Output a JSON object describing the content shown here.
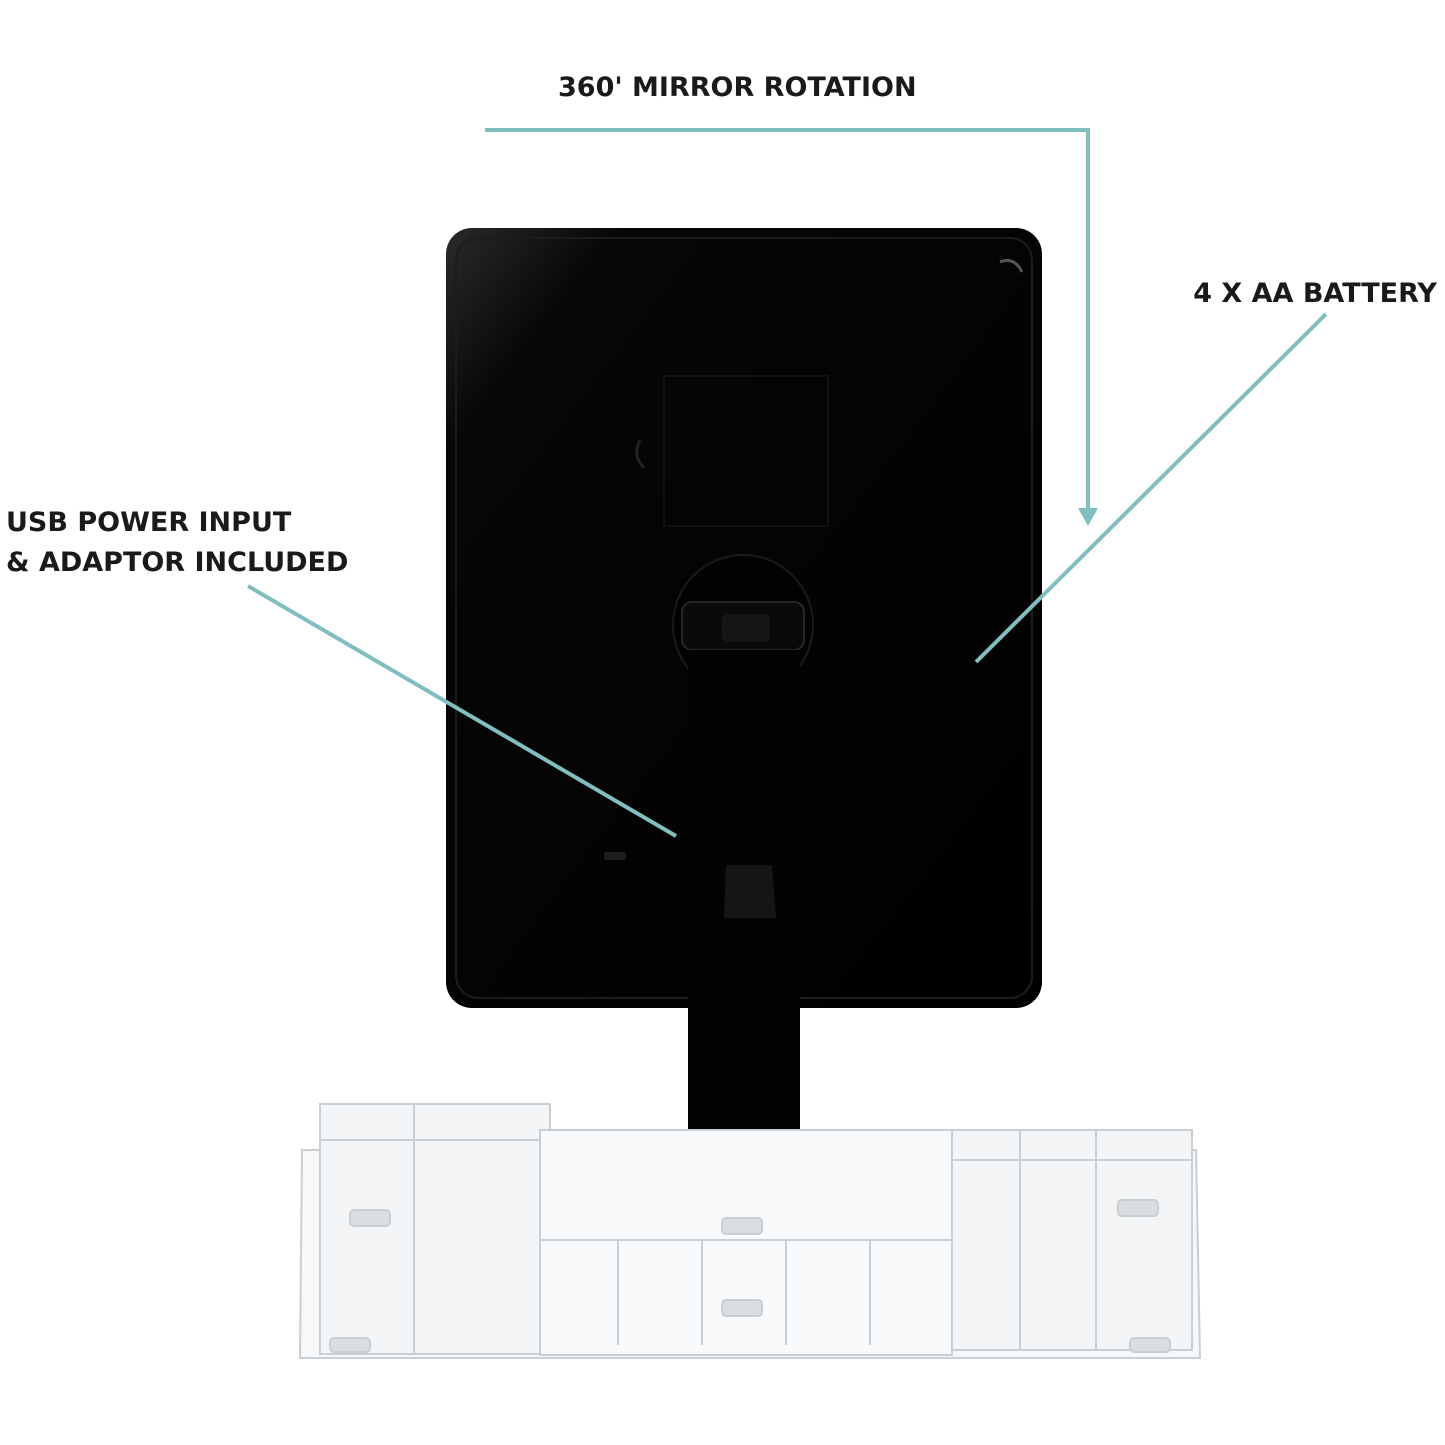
{
  "callouts": {
    "rotation": "360' MIRROR ROTATION",
    "battery": "4 X AA BATTERY",
    "usb_line1": "USB POWER INPUT",
    "usb_line2": "& ADAPTOR INCLUDED"
  },
  "colors": {
    "callout_line": "#7fbfc0",
    "mirror_back": "#050505",
    "organizer": "#e6eaec"
  }
}
